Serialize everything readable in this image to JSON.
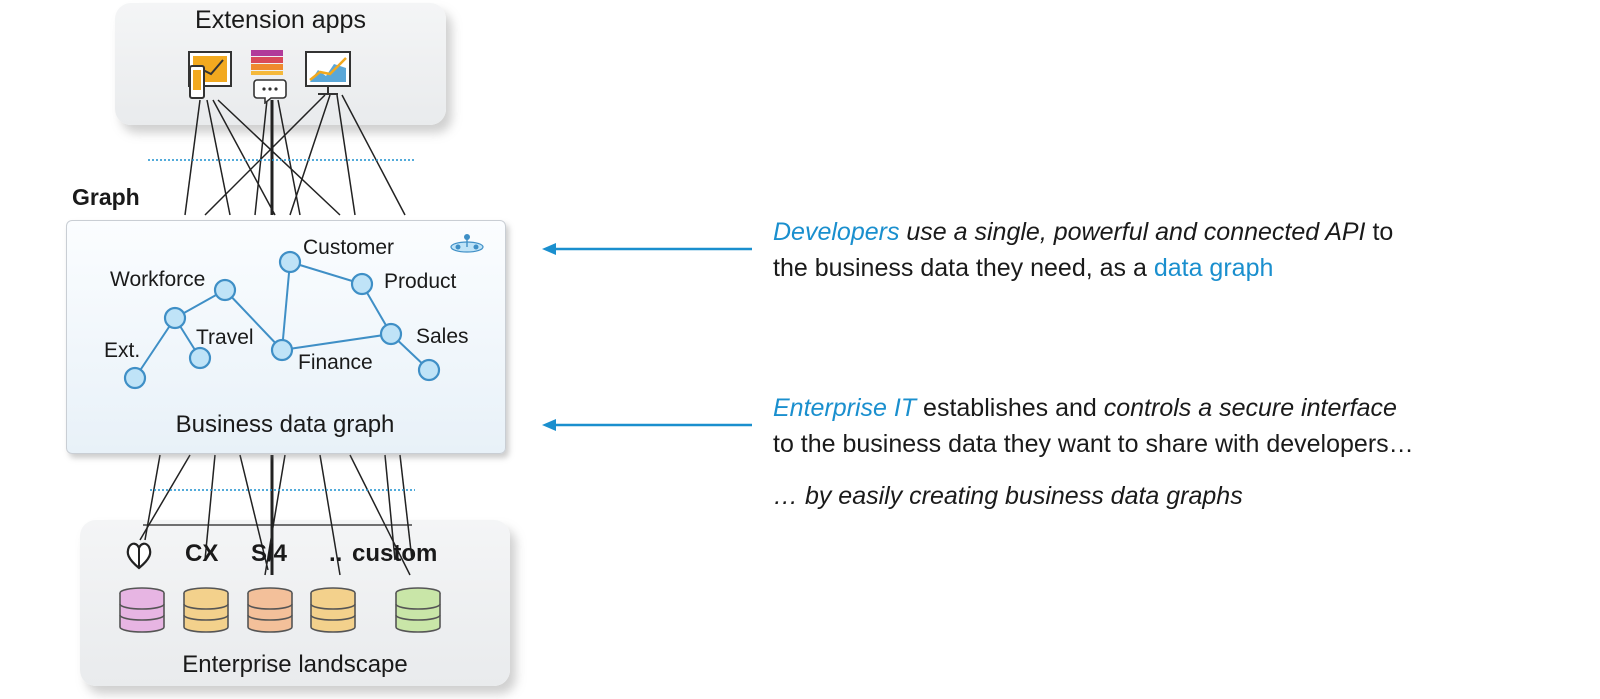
{
  "apps": {
    "title": "Extension apps"
  },
  "graph": {
    "heading": "Graph",
    "title": "Business data graph",
    "nodes": [
      "Workforce",
      "Customer",
      "Product",
      "Travel",
      "Sales",
      "Ext.",
      "Finance"
    ]
  },
  "enterprise": {
    "title": "Enterprise landscape",
    "systems": [
      "CX",
      "S/4",
      "..",
      "custom"
    ]
  },
  "descriptions": {
    "d1_a": "Developers",
    "d1_b": " use a single, powerful and connected API",
    "d1_c": " to",
    "d1_d": "the business data they need, as a ",
    "d1_e": "data graph",
    "d2_a": "Enterprise IT",
    "d2_b": " establishes and ",
    "d2_c": "controls a secure interface",
    "d2_d": "to the business data they want to share with developers…",
    "d3": "… by easily creating business data graphs"
  },
  "colors": {
    "accent": "#1a8fce",
    "node_fill": "#bfe3f7",
    "node_stroke": "#3f8fc6",
    "db_pink": "#e7b5e3",
    "db_yellow": "#f3d18c",
    "db_orange": "#f3c09a",
    "db_green": "#c9e6a8"
  }
}
